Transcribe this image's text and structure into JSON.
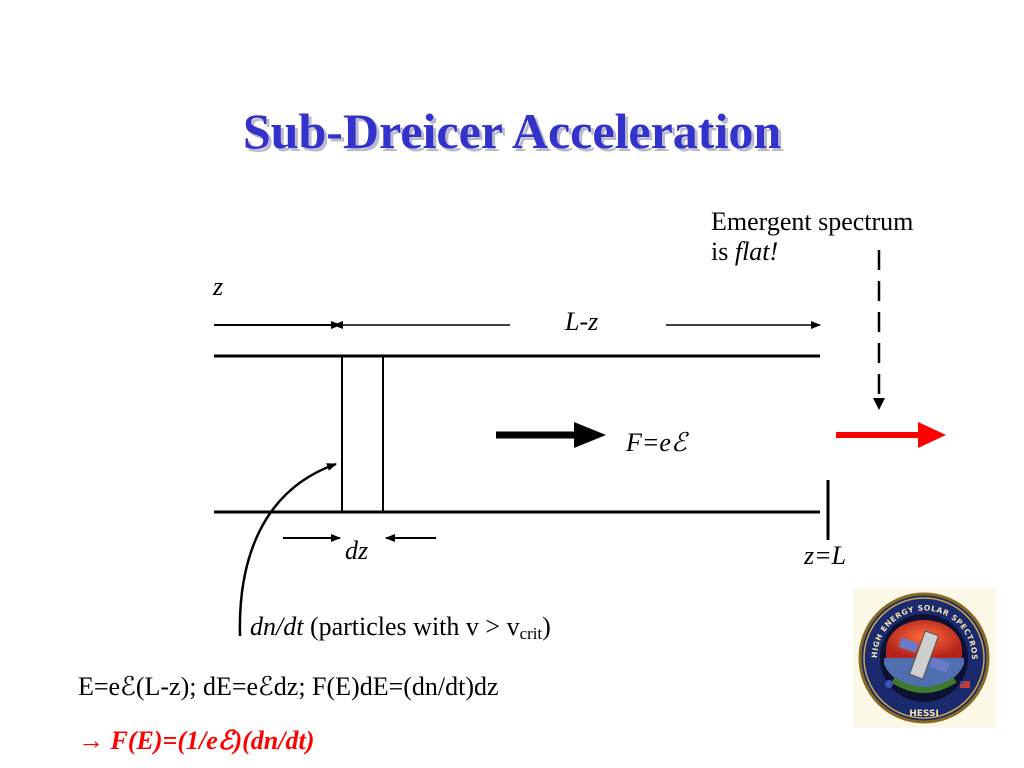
{
  "title": "Sub-Dreicer Acceleration",
  "emergent": {
    "line1": "Emergent spectrum",
    "line2_prefix": "is ",
    "line2_italic": "flat!"
  },
  "labels": {
    "z": "z",
    "l_minus_z": "L-z",
    "force": "F=eℰ",
    "dz": "dz",
    "z_equals_l": "z=L"
  },
  "dndt": {
    "italic": "dn/dt",
    "text": " (particles with v > v",
    "sub": "crit",
    "close": ")"
  },
  "equation1": "E=eℰ(L-z); dE=eℰdz; F(E)dE=(dn/dt)dz",
  "equation2": "→ F(E)=(1/eℰ)(dn/dt)",
  "logo": {
    "ring_text": "HIGH ENERGY SOLAR SPECTROSCOPIC IMAGER",
    "name": "HESSI"
  },
  "colors": {
    "title": "#3333cc",
    "emergent_arrow": "#ff0000",
    "result": "#ff0000"
  }
}
